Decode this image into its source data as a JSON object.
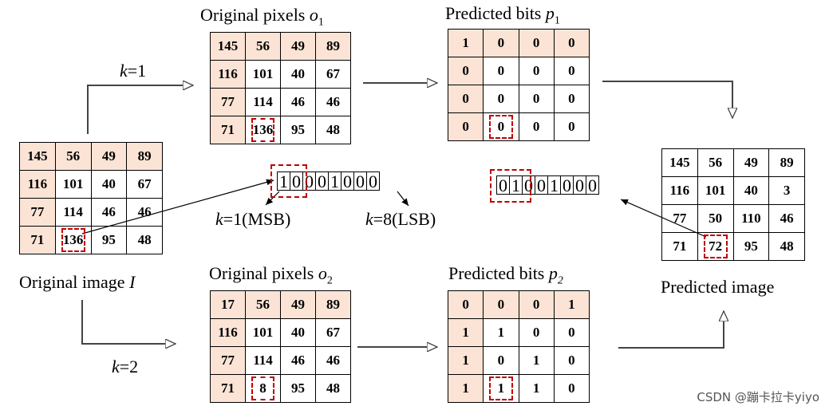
{
  "labels": {
    "orig1_prefix": "Original pixels ",
    "orig1_var": "o",
    "orig1_sub": "1",
    "pred1_prefix": "Predicted bits ",
    "pred1_var": "p",
    "pred1_sub": "1",
    "orig2_prefix": "Original pixels ",
    "orig2_var": "o",
    "orig2_sub": "2",
    "pred2_prefix": "Predicted bits ",
    "pred2_var": "p",
    "pred2_sub": "2",
    "original_image_prefix": "Original image ",
    "original_image_var": "I",
    "predicted_image": "Predicted image",
    "k1_var": "k",
    "k1_rest": "=1",
    "k2_var": "k",
    "k2_rest": "=2",
    "msb_var": "k",
    "msb_rest": "=1(MSB)",
    "lsb_var": "k",
    "lsb_rest": "=8(LSB)"
  },
  "original_image": [
    [
      "145",
      "56",
      "49",
      "89"
    ],
    [
      "116",
      "101",
      "40",
      "67"
    ],
    [
      "77",
      "114",
      "46",
      "46"
    ],
    [
      "71",
      "136",
      "95",
      "48"
    ]
  ],
  "original_pixels_1": [
    [
      "145",
      "56",
      "49",
      "89"
    ],
    [
      "116",
      "101",
      "40",
      "67"
    ],
    [
      "77",
      "114",
      "46",
      "46"
    ],
    [
      "71",
      "136",
      "95",
      "48"
    ]
  ],
  "predicted_bits_1": [
    [
      "1",
      "0",
      "0",
      "0"
    ],
    [
      "0",
      "0",
      "0",
      "0"
    ],
    [
      "0",
      "0",
      "0",
      "0"
    ],
    [
      "0",
      "0",
      "0",
      "0"
    ]
  ],
  "original_pixels_2": [
    [
      "17",
      "56",
      "49",
      "89"
    ],
    [
      "116",
      "101",
      "40",
      "67"
    ],
    [
      "77",
      "114",
      "46",
      "46"
    ],
    [
      "71",
      "8",
      "95",
      "48"
    ]
  ],
  "predicted_bits_2": [
    [
      "0",
      "0",
      "0",
      "1"
    ],
    [
      "1",
      "1",
      "0",
      "0"
    ],
    [
      "1",
      "0",
      "1",
      "0"
    ],
    [
      "1",
      "1",
      "1",
      "0"
    ]
  ],
  "predicted_image": [
    [
      "145",
      "56",
      "49",
      "89"
    ],
    [
      "116",
      "101",
      "40",
      "3"
    ],
    [
      "77",
      "50",
      "110",
      "46"
    ],
    [
      "71",
      "72",
      "95",
      "48"
    ]
  ],
  "bits_original": [
    "1",
    "0",
    "0",
    "0",
    "1",
    "0",
    "0",
    "0"
  ],
  "bits_predicted": [
    "0",
    "1",
    "0",
    "0",
    "1",
    "0",
    "0",
    "0"
  ],
  "watermark": "CSDN @蹦卡拉卡yiyo"
}
